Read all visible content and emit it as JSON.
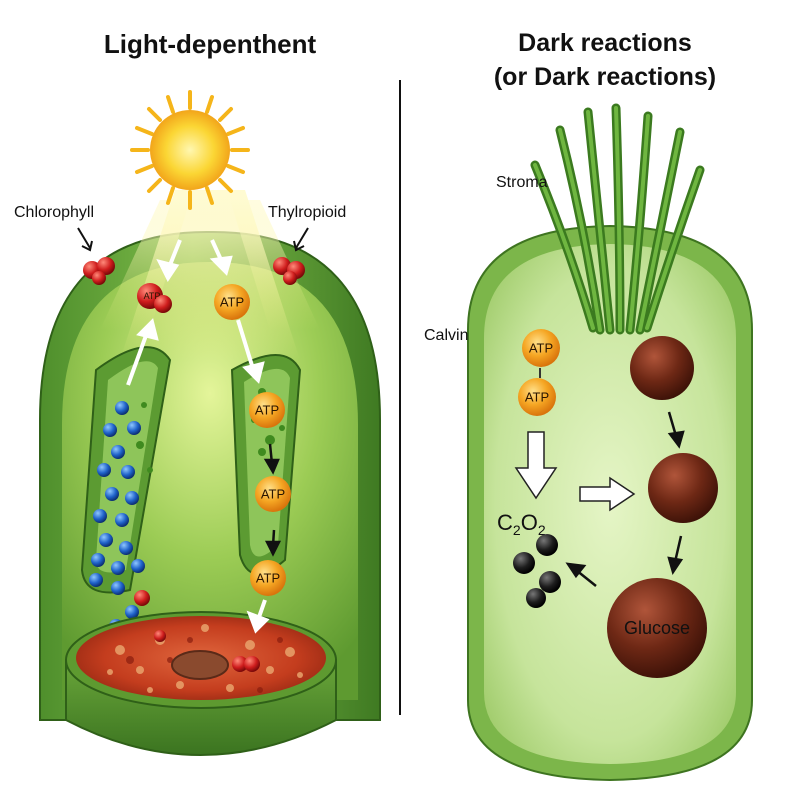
{
  "left_panel": {
    "title": "Light-depenthent",
    "label_left": "Chlorophyll",
    "label_right": "Thylropioid",
    "atp_small": "ATP",
    "atp_labels": [
      "ATP",
      "ATP",
      "ATP",
      "ATP"
    ]
  },
  "right_panel": {
    "title_line1": "Dark reactions",
    "title_line2": "(or Dark reactions)",
    "stroma_label": "Stroma",
    "calvin_label": "Calvin",
    "atp_labels": [
      "ATP",
      "ATP"
    ],
    "c2o2_base": "C",
    "c2o2_sub1": "2",
    "c2o2_mid": "O",
    "c2o2_sub2": "2",
    "glucose_label": "Glucose"
  },
  "colors": {
    "chloroplast_green": "#7dbb4a",
    "inner_green": "#a8d46a",
    "atp_orange": "#f2a41e",
    "glucose_brown": "#6a2a14",
    "sun_yellow": "#f7c51b"
  }
}
